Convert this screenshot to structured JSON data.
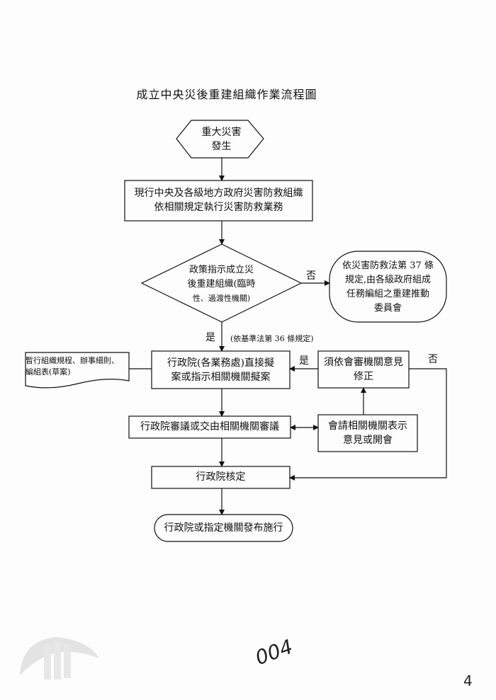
{
  "title": "成立中央災後重建組織作業流程圖",
  "nodes": {
    "start": [
      "重大災害",
      "發生"
    ],
    "current": [
      "現行中央及各級地方政府災害防救組織",
      "依相關規定執行災害防救業務"
    ],
    "decision": [
      "政策指示成立災",
      "後重建組織(臨時",
      "性、過渡性機關)"
    ],
    "alt_org": [
      "依災害防救法第 37 條",
      "規定,由各級政府組成",
      "任務編組之重建推動",
      "委員會"
    ],
    "draft": [
      "行政院(各業務處)直接擬",
      "案或指示相關機關擬案"
    ],
    "draft_doc": [
      "暫行組織規程、辦事細則、",
      "編組表(草案)"
    ],
    "revise": [
      "須依會審機關意見",
      "修正"
    ],
    "review": "行政院審議或交由相關機關審議",
    "consult": [
      "會請相關機關表示",
      "意見或開會"
    ],
    "approve": "行政院核定",
    "publish": "行政院或指定機關發布施行"
  },
  "edge_labels": {
    "no_1": "否",
    "yes_1": "是",
    "basis": "(依基準法第 36 條規定)",
    "yes_2": "是",
    "no_2": "否"
  },
  "marks": {
    "handwritten_number": "004",
    "page_number": "4"
  }
}
